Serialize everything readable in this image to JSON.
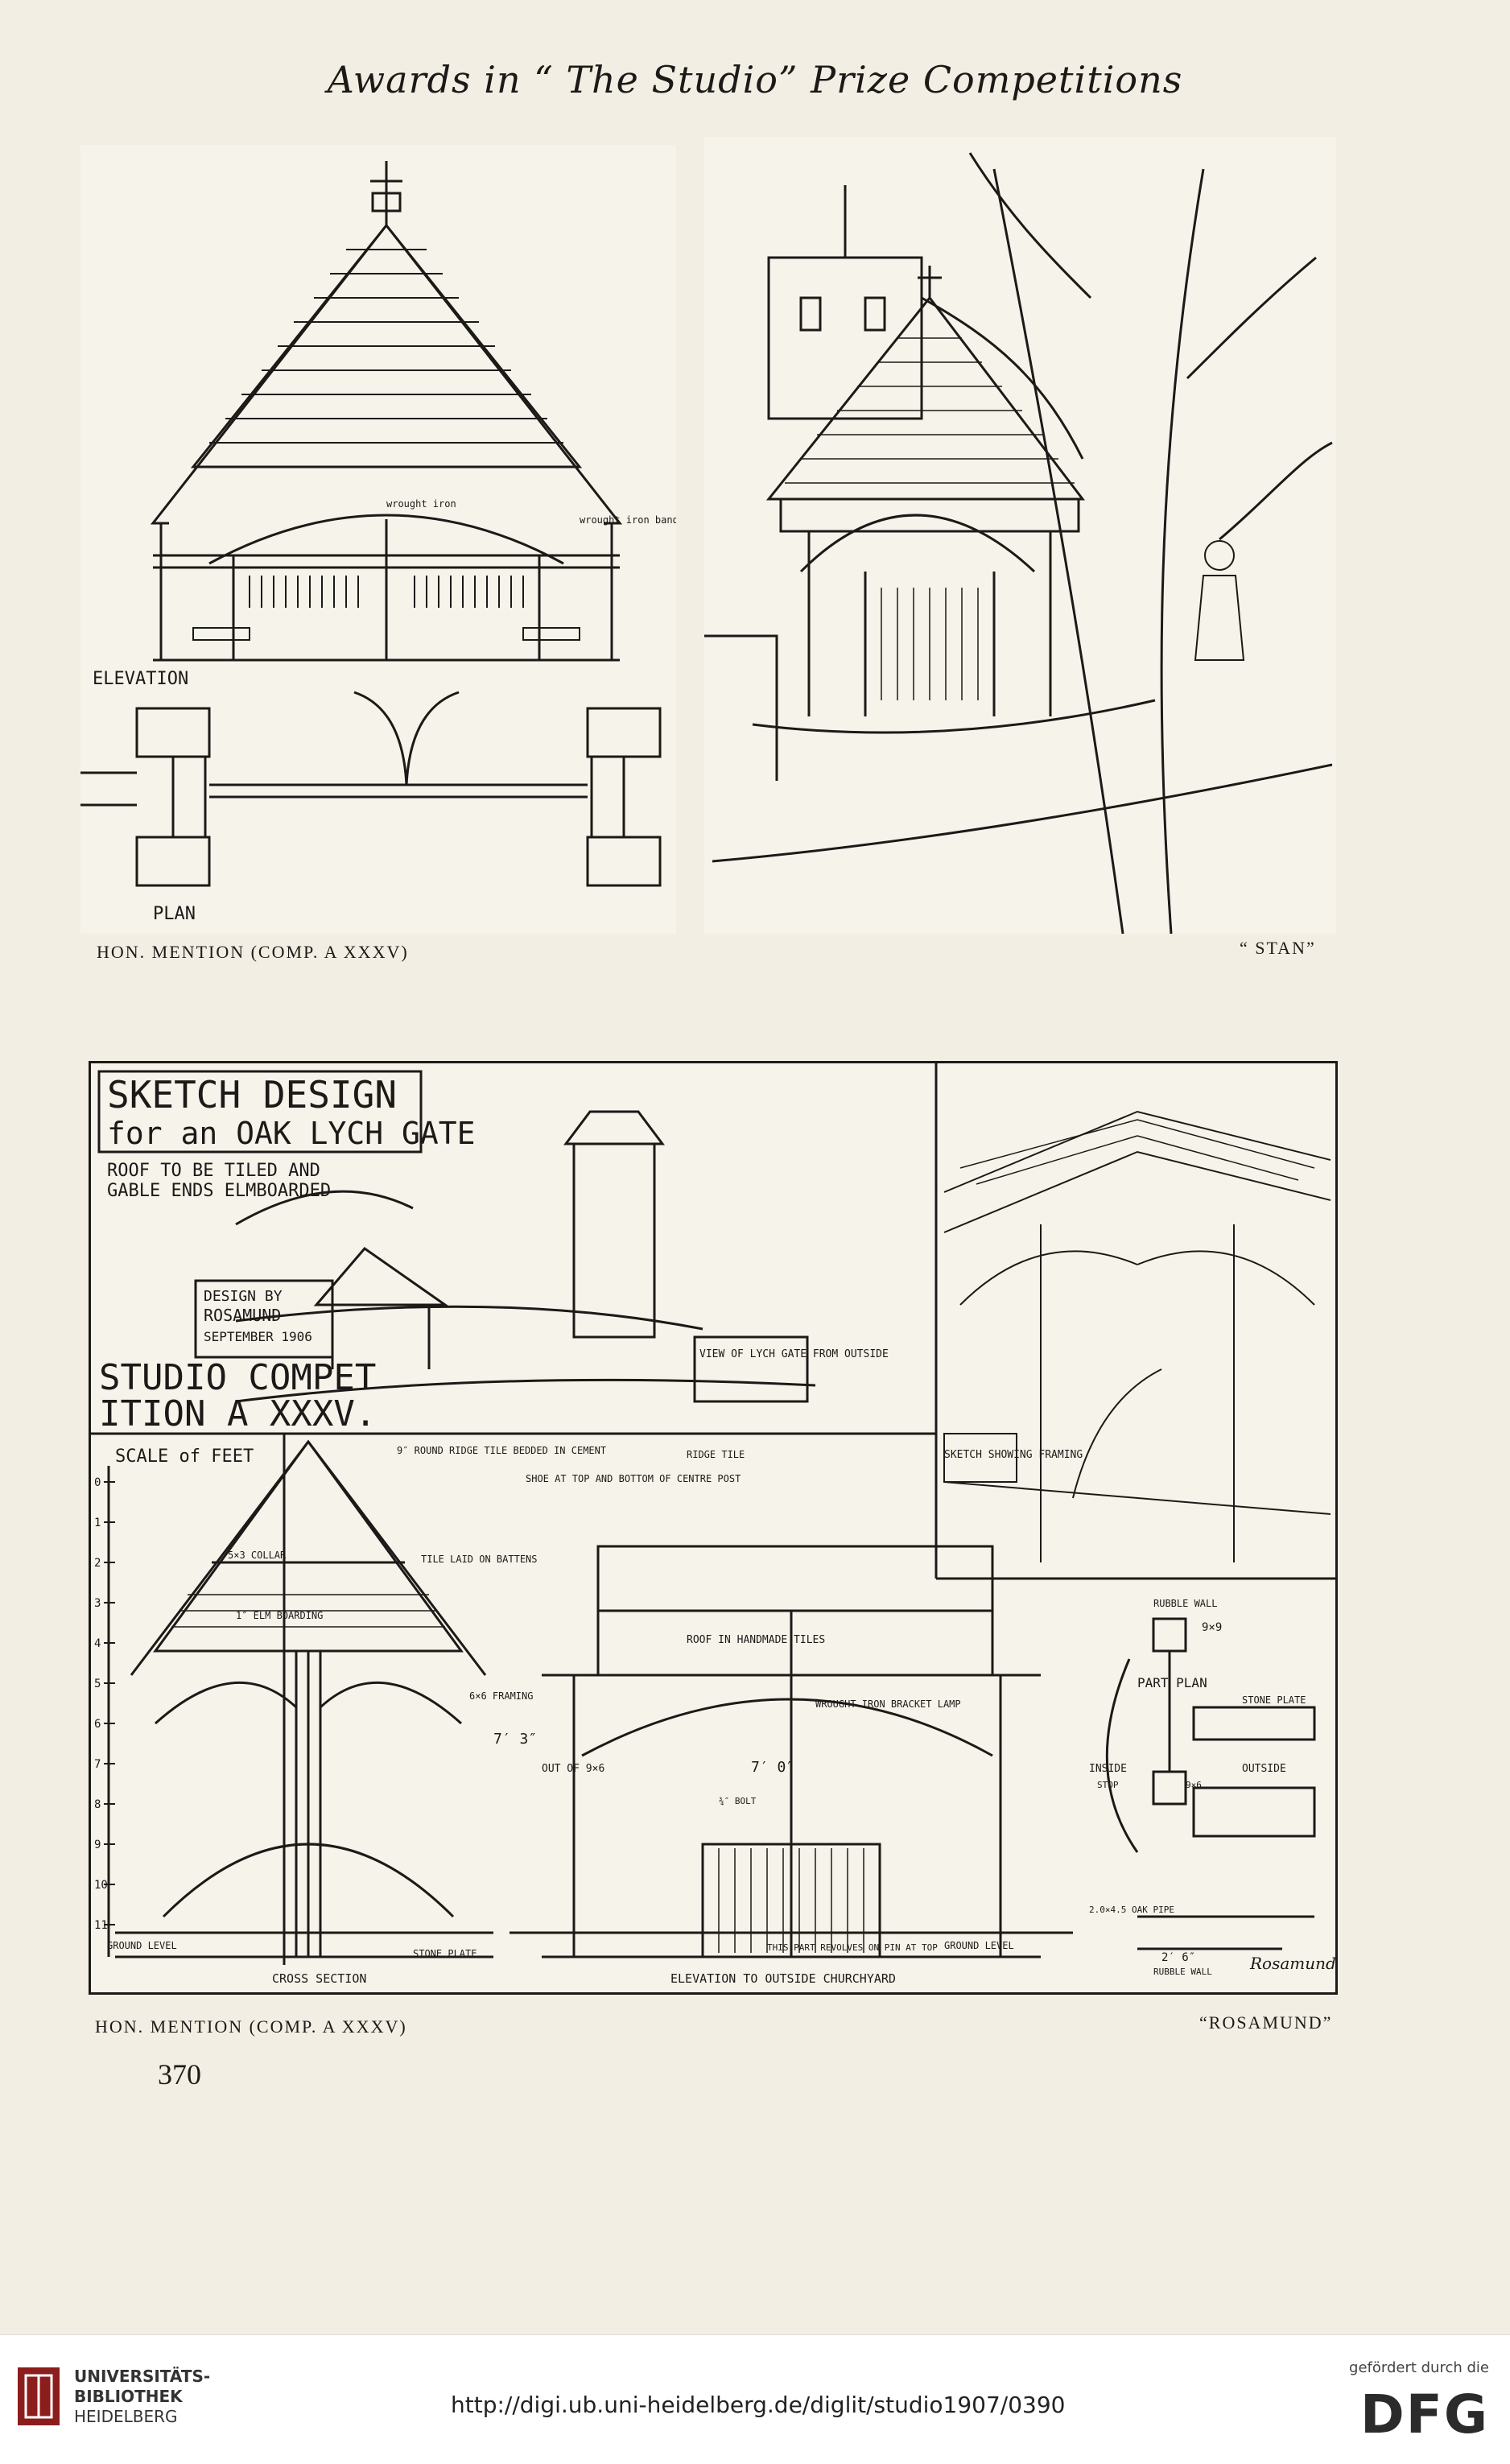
{
  "header": {
    "title": "Awards in “ The Studio” Prize Competitions"
  },
  "top_plate": {
    "left_drawing": {
      "label_elevation": "ELEVATION",
      "label_plan": "PLAN",
      "note_iron_1": "wrought iron",
      "note_iron_2": "wrought iron band"
    },
    "caption_left": "HON. MENTION (COMP. A XXXV)",
    "caption_right": "“ STAN”"
  },
  "bottom_plate": {
    "title_1": "SKETCH DESIGN",
    "title_2": "for an OAK LYCH GATE",
    "note_roof": "ROOF TO BE TILED AND",
    "note_gable": "GABLE ENDS ELMBOARDED",
    "design_by": "DESIGN BY",
    "designer": "ROSAMUND",
    "date": "SEPTEMBER 1906",
    "competition_1": "STUDIO COMPET",
    "competition_2": "ITION A XXXV.",
    "view_label": "VIEW OF LYCH GATE FROM OUTSIDE",
    "sketch_label": "SKETCH SHOWING FRAMING",
    "scale_label": "SCALE of FEET",
    "ridge_tile_note": "9″ ROUND RIDGE TILE BEDDED IN CEMENT",
    "shoe_note": "SHOE AT TOP AND BOTTOM OF CENTRE POST",
    "ridge_tile": "RIDGE TILE",
    "tile_note": "TILE LAID ON BATTENS",
    "collar": "5×3 COLLAR",
    "elm": "1″ ELM BOARDING",
    "framing": "6×6 FRAMING",
    "roof_note": "ROOF IN HANDMADE TILES",
    "lamp_note": "WROUGHT IRON BRACKET LAMP",
    "rubble_wall": "RUBBLE WALL",
    "part_plan": "PART PLAN",
    "stone_plate": "STONE PLATE",
    "outside": "OUTSIDE",
    "inside": "INSIDE",
    "stop": "STOP",
    "nine_by_nine": "9×9",
    "nine_by_six": "9×6",
    "out_of": "OUT OF 9×6",
    "bolt": "¾″ BOLT",
    "seven_three": "7′ 3″",
    "seven_zero": "7′ 0″",
    "ground_level_left": "GROUND LEVEL",
    "ground_level_right": "GROUND LEVEL",
    "stone_plate_2": "STONE PLATE",
    "revolves": "THIS PART REVOLVES ON PIN AT TOP",
    "cross_section": "CROSS SECTION",
    "elevation": "ELEVATION TO OUTSIDE CHURCHYARD",
    "two_six": "2′ 6″",
    "rubble_wall_2": "RUBBLE WALL",
    "oak_pipe": "2.0×4.5 OAK PIPE",
    "signature": "Rosamund",
    "scale_numbers": [
      "0",
      "1",
      "2",
      "3",
      "4",
      "5",
      "6",
      "7",
      "8",
      "9",
      "10",
      "11"
    ],
    "caption_left": "HON. MENTION (COMP. A XXXV)",
    "caption_right": "“ROSAMUND”"
  },
  "page_number": "370",
  "footer": {
    "institution_line1": "UNIVERSITÄTS-",
    "institution_line2": "BIBLIOTHEK",
    "institution_line3": "HEIDELBERG",
    "url": "http://digi.ub.uni-heidelberg.de/diglit/studio1907/0390",
    "funded_by": "gefördert durch die",
    "dfg": "DFG"
  }
}
